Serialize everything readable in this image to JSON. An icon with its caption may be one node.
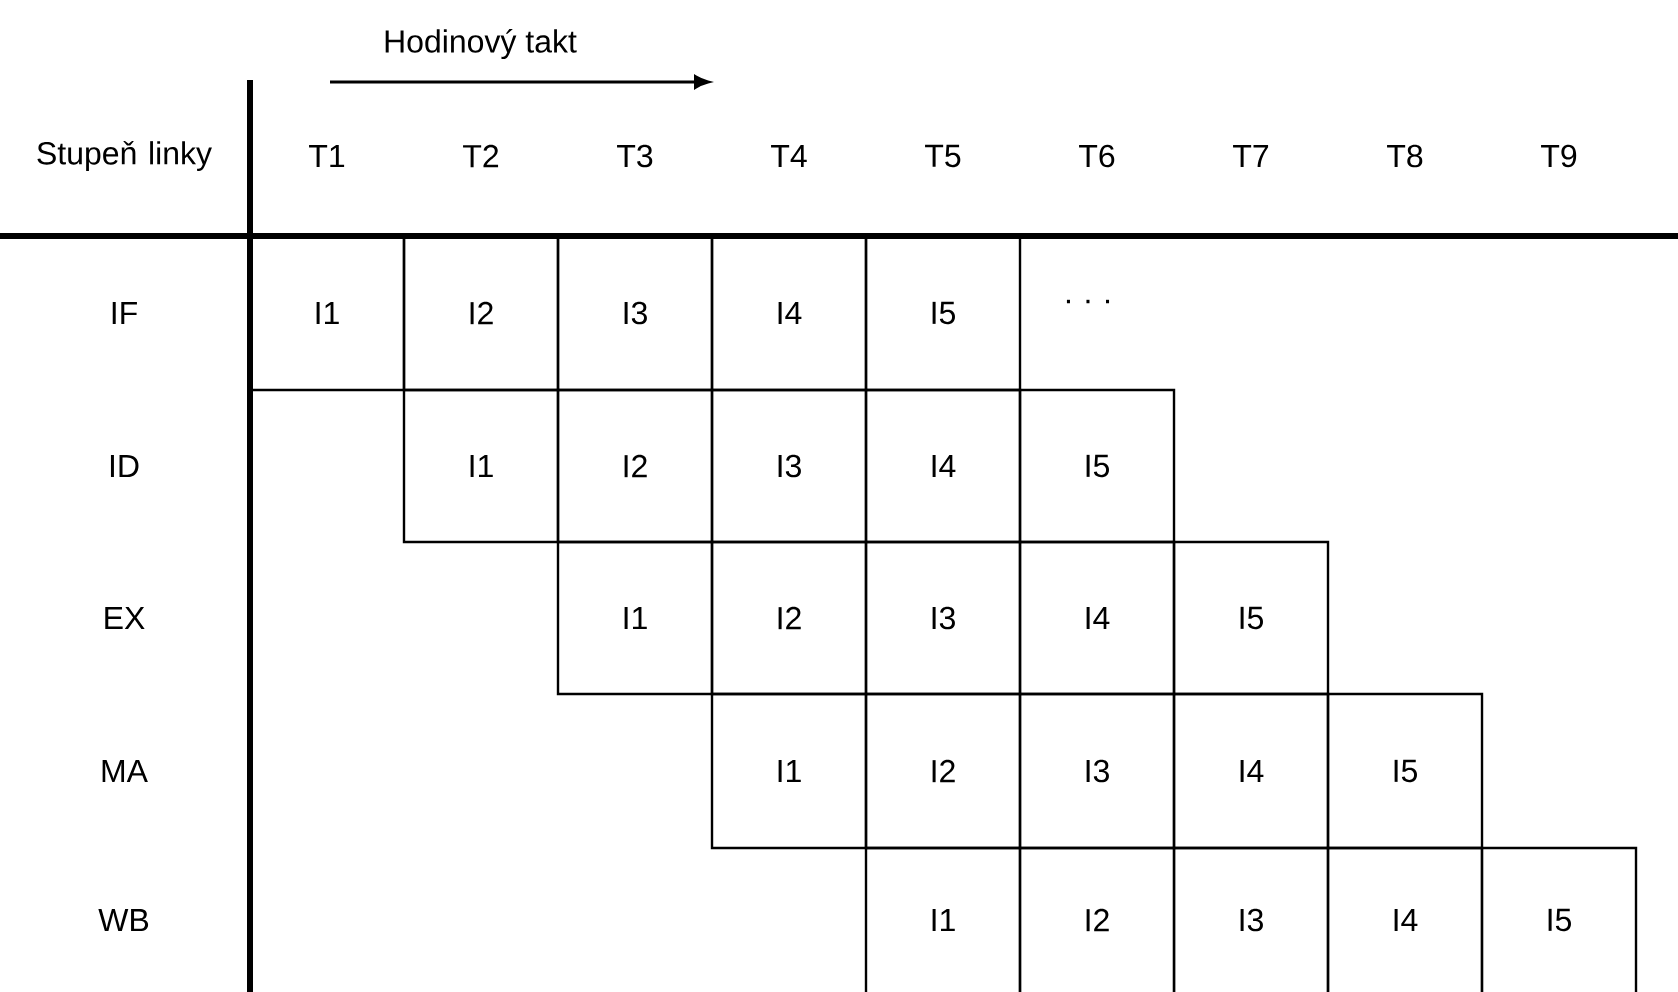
{
  "diagram": {
    "nodes": [
      {
        "text": [
          "I1"
        ]
      },
      {
        "text": [
          "I2"
        ]
      },
      {
        "text": [
          "I3"
        ]
      },
      {
        "text": [
          "I4"
        ]
      },
      {
        "text": [
          "I5"
        ]
      },
      {
        "text": [
          "I1"
        ]
      },
      {
        "text": [
          "I2"
        ]
      },
      {
        "text": [
          "I3"
        ]
      },
      {
        "text": [
          "I4"
        ]
      },
      {
        "text": [
          "I5"
        ]
      },
      {
        "text": [
          "I1"
        ]
      },
      {
        "text": [
          "I2"
        ]
      },
      {
        "text": [
          "I3"
        ]
      },
      {
        "text": [
          "I4"
        ]
      },
      {
        "text": [
          "I5"
        ]
      },
      {
        "text": [
          "I1"
        ]
      },
      {
        "text": [
          "I2"
        ]
      },
      {
        "text": [
          "I3"
        ]
      },
      {
        "text": [
          "I4"
        ]
      },
      {
        "text": [
          "I5"
        ]
      },
      {
        "text": [
          "I1"
        ]
      },
      {
        "text": [
          "I2"
        ]
      },
      {
        "text": [
          "I3"
        ]
      },
      {
        "text": [
          "I4"
        ]
      },
      {
        "text": [
          "I5"
        ]
      }
    ],
    "edges": [],
    "labels": [
      "Hodinový takt",
      "Stupeň linky",
      "T1",
      "T2",
      "T3",
      "T4",
      "T5",
      "T6",
      "T7",
      "T8",
      "T9",
      "IF",
      "· · ·",
      "ID",
      "EX",
      "MA",
      "WB"
    ]
  }
}
